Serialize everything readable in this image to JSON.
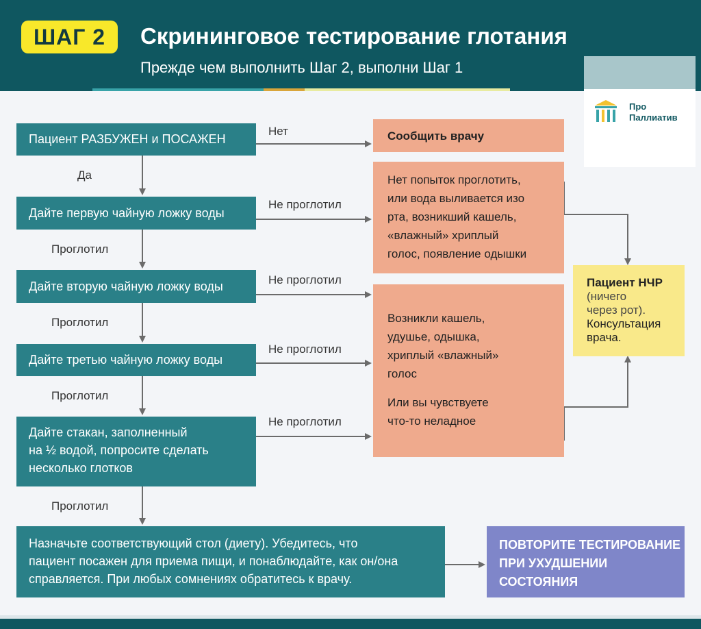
{
  "header": {
    "badge": "ШАГ 2",
    "title": "Скрининговое тестирование глотания",
    "subtitle": "Прежде чем выполнить Шаг 2, выполни Шаг 1"
  },
  "logo": {
    "line1": "Про",
    "line2": "Паллиатив"
  },
  "steps": [
    "Пациент РАЗБУЖЕН и ПОСАЖЕН",
    "Дайте первую чайную ложку воды",
    "Дайте вторую чайную ложку воды",
    "Дайте третью чайную ложку воды"
  ],
  "step5": {
    "line1": "Дайте стакан, заполненный",
    "line2": "на ½ водой, попросите сделать",
    "line3": "несколько глотков"
  },
  "final": {
    "line1": "Назначьте соответствующий стол (диету). Убедитесь, что",
    "line2": "пациент посажен для приема пищи, и понаблюдайте, как он/она",
    "line3": "справляется. При любых сомнениях обратитесь к врачу."
  },
  "labels": {
    "yes": "Да",
    "no": "Нет",
    "swallowed": "Проглотил",
    "not_swallowed": "Не проглотил"
  },
  "notify": "Сообщить врачу",
  "noattempt": {
    "line1": "Нет попыток проглотить,",
    "line2": "или вода выливается изо",
    "line3": "рта, возникший кашель,",
    "line4": "«влажный» хриплый",
    "line5": "голос, появление одышки"
  },
  "cough": {
    "line1": "Возникли кашель,",
    "line2": "удушье, одышка,",
    "line3": "хриплый «влажный»",
    "line4": "голос",
    "line5": "Или вы чувствуете",
    "line6": "что-то неладное"
  },
  "nchr": {
    "title": "Пациент НЧР",
    "line1": "(ничего",
    "line2": "через рот).",
    "line3": "Консультация",
    "line4": "врача."
  },
  "repeat": {
    "line1": "ПОВТОРИТЕ ТЕСТИРОВАНИЕ",
    "line2": "ПРИ УХУДШЕНИИ",
    "line3": "СОСТОЯНИЯ"
  },
  "colors": {
    "header": "#0f5760",
    "badge": "#f8e82a",
    "step": "#2a8088",
    "warning": "#efaa8d",
    "outcome": "#f9e98a",
    "repeat": "#7f86c9",
    "arrow": "#6b6b6b"
  }
}
